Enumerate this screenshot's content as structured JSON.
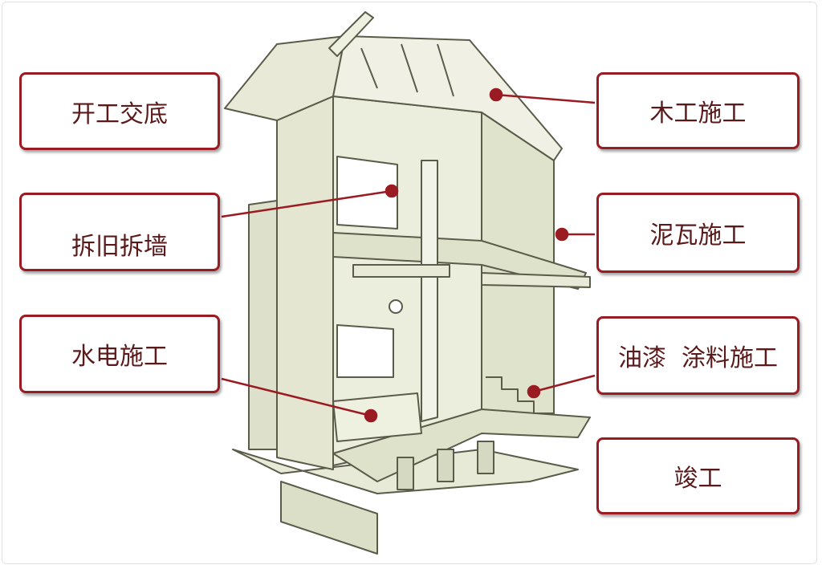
{
  "labels": {
    "start_handover": "开工交底",
    "demolition": "拆旧拆墙",
    "plumbing_electrical": "水电施工",
    "carpentry": "木工施工",
    "masonry_tiling": "泥瓦施工",
    "painting": "油漆  涂料施工",
    "completion": "竣工"
  },
  "colors": {
    "accent": "#9b1b22",
    "wall": "#e4e6d2",
    "line": "#5b5b4a"
  }
}
